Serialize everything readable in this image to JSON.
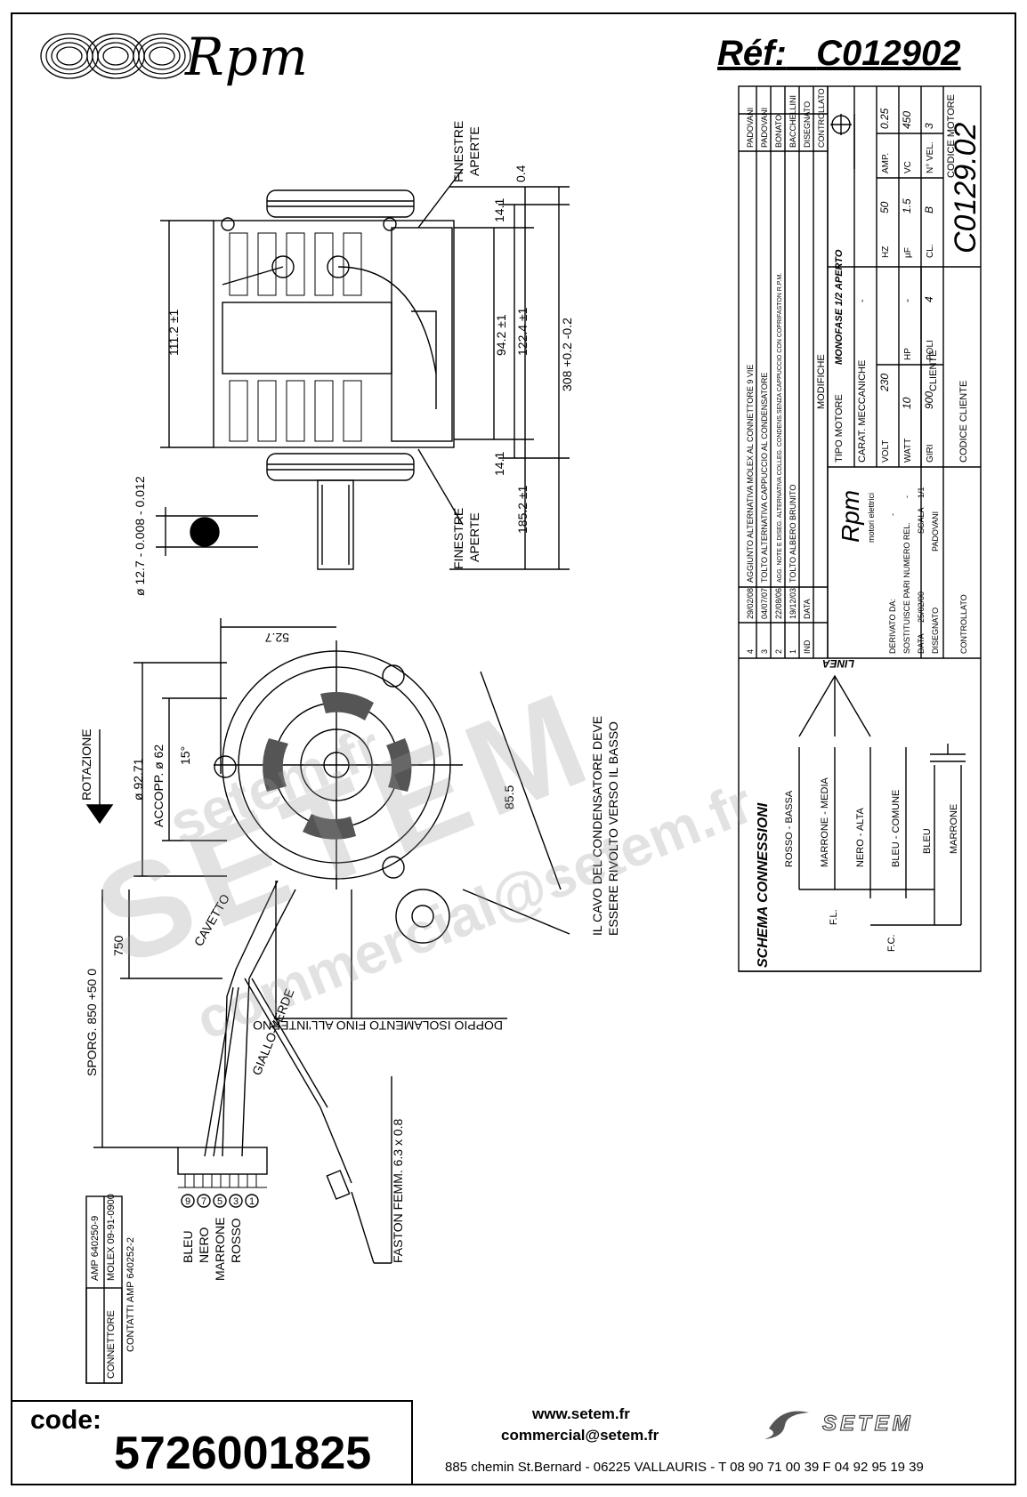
{
  "header": {
    "brand": "Rpm",
    "reference_label": "Réf:",
    "reference_code": "C012902"
  },
  "motor_views": {
    "side_dimensions": {
      "d_111": "111.2 ±1",
      "d_94": "94.2 ±1",
      "d_122": "122.4 ±1",
      "d_308": "308 +0.2 -0.2",
      "d_185": "185.2 ±1",
      "d_141_top": "14.1",
      "d_141_bottom": "14.1",
      "d_04": "0.4",
      "shaft": "ø 12.7 - 0.008 - 0.012",
      "finestre_top_1": "FINESTRE",
      "finestre_top_2": "APERTE",
      "finestre_bottom_1": "FINESTRE",
      "finestre_bottom_2": "APERTE"
    },
    "front_dimensions": {
      "d_527": "52.7",
      "d_9271": "ø 92.71",
      "accopp": "ACCOPP. ø 62",
      "angle": "15°",
      "d_855": "85.5",
      "rotazione": "ROTAZIONE",
      "condensatore_1": "IL CAVO DEL CONDENSATORE DEVE",
      "condensatore_2": "ESSERE RIVOLTO VERSO IL BASSO",
      "doppio": "DOPPIO ISOLAMENTO FINO ALL'INTERNO",
      "cavetto": "CAVETTO",
      "d_750": "750",
      "sporg": "SPORG. 850 +50 0",
      "giallo_verde": "GIALLO-VERDE",
      "faston": "FASTON FEMM. 6.3 x 0.8"
    },
    "connector": {
      "pins": [
        "9",
        "7",
        "5",
        "3",
        "1"
      ],
      "pin_labels": [
        "BLEU",
        "NERO",
        "MARRONE",
        "ROSSO"
      ],
      "connettore_label": "CONNETTORE",
      "connettore_amp": "AMP 640250-9",
      "connettore_molex": "MOLEX 09-91-0900",
      "contatti": "CONTATTI AMP 640252-2"
    }
  },
  "title_block": {
    "modifications": [
      {
        "n": "4",
        "date": "29/02/08",
        "text": "AGGIUNTO ALTERNATIVA MOLEX AL CONNETTORE 9 VIE",
        "by": "PADOVANI"
      },
      {
        "n": "3",
        "date": "04/07/07",
        "text": "TOLTO ALTERNATIVA CAPPUCCIO AL CONDENSATORE",
        "by": "PADOVANI"
      },
      {
        "n": "2",
        "date": "22/08/06",
        "text": "AGG. NOTE E DISEG. ALTERNATIVA COLLEG. CONDENS.SENZA CAPPUCCIO CON COPRIFASTON R.P.M.",
        "by": "BONATO"
      },
      {
        "n": "1",
        "date": "19/12/03",
        "text": "TOLTO ALBERO BRUNITO",
        "by": "BACCHELLINI"
      }
    ],
    "col_ind": "IND",
    "col_data": "DATA",
    "col_modifiche": "MODIFICHE",
    "col_disegnato": "DISEGNATO",
    "col_controllato": "CONTROLLATO",
    "tipo_motore_label": "TIPO MOTORE",
    "tipo_motore": "MONOFASE 1/2 APERTO",
    "carat_label": "CARAT. MECCANICHE",
    "carat_value": "-",
    "specs": {
      "volt": "230",
      "hz": "50",
      "amp": "0.25",
      "watt": "10",
      "hp": "-",
      "uf": "1.5",
      "vc": "450",
      "giri": "900",
      "poli": "4",
      "cl": "B",
      "n_vel": "3"
    },
    "spec_labels": {
      "volt": "VOLT",
      "hz": "HZ",
      "amp": "AMP.",
      "watt": "WATT",
      "hp": "HP",
      "uf": "µF",
      "vc": "VC",
      "giri": "GIRI",
      "poli": "POLI",
      "cl": "CL.",
      "n_vel": "N° VEL."
    },
    "cliente_label": "CLIENTE",
    "codice_cliente_label": "CODICE CLIENTE",
    "codice_motore_label": "CODICE MOTORE",
    "codice_motore": "C0129.02",
    "derivato_da_label": "DERIVATO DA:",
    "derivato_da": "-",
    "sostituisce_label": "SOSTITUISCE PARI NUMERO REL.",
    "sostituisce": "-",
    "data_label": "DATA",
    "data_value": "25/02/00",
    "scala_label": "SCALA",
    "scala_value": "1/1",
    "disegnato_label": "DISEGNATO",
    "disegnato_value": "PADOVANI",
    "controllato_label": "CONTROLLATO",
    "brand_small": "Rpm",
    "brand_sub": "motori elettrici",
    "schema_title": "SCHEMA CONNESSIONI",
    "linea": "LINEA",
    "wires": [
      "ROSSO - BASSA",
      "MARRONE - MEDIA",
      "NERO - ALTA",
      "BLEU - COMUNE",
      "BLEU",
      "MARRONE"
    ],
    "fl": "F.L.",
    "fc": "F.C."
  },
  "footer": {
    "code_label": "code:",
    "code_value": "5726001825",
    "website": "www.setem.fr",
    "email": "commercial@setem.fr",
    "address": "885 chemin St.Bernard  -  06225 VALLAURIS  -  T 08 90 71 00 39   F 04 92 95 19 39",
    "setem_logo_text": "SETEM"
  },
  "watermarks": {
    "big": "SETEM",
    "site": "setem.fr",
    "mail": "commercial@setem.fr"
  }
}
